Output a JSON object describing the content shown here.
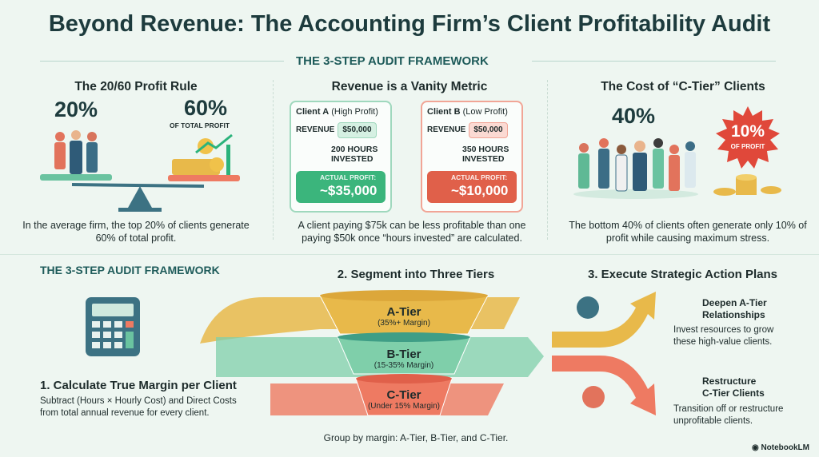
{
  "title": "Beyond Revenue: The Accounting Firm’s Client Profitability Audit",
  "section_top": "THE 3-STEP AUDIT FRAMEWORK",
  "rule": {
    "heading": "The 20/60 Profit Rule",
    "left_pct": "20%",
    "right_pct": "60%",
    "right_label": "OF TOTAL PROFIT",
    "caption": "In the average firm, the top 20% of clients generate 60% of total profit."
  },
  "vanity": {
    "heading": "Revenue is a Vanity Metric",
    "client_a": {
      "name": "Client A",
      "tag": "(High Profit)",
      "revenue_label": "REVENUE",
      "revenue": "$50,000",
      "hours": "200 HOURS",
      "hours2": "INVESTED",
      "profit_label": "ACTUAL PROFIT:",
      "profit": "~$35,000"
    },
    "client_b": {
      "name": "Client B",
      "tag": "(Low Profit)",
      "revenue_label": "REVENUE",
      "revenue": "$50,000",
      "hours": "350 HOURS",
      "hours2": "INVESTED",
      "profit_label": "ACTUAL PROFIT:",
      "profit": "~$10,000"
    },
    "caption": "A client paying $75k can be less profitable than one paying $50k once “hours invested” are calculated."
  },
  "ctier": {
    "heading": "The Cost of “C-Tier” Clients",
    "pct": "40%",
    "badge_pct": "10%",
    "badge_label": "OF PROFIT",
    "caption": "The bottom 40% of clients often generate only 10% of profit while causing maximum stress."
  },
  "section_bottom": "THE 3-STEP AUDIT FRAMEWORK",
  "step1": {
    "title": "1. Calculate True Margin per Client",
    "desc": "Subtract (Hours × Hourly Cost) and Direct Costs from total annual revenue for every client."
  },
  "step2": {
    "title": "2. Segment into Three Tiers",
    "tiers": [
      {
        "name": "A-Tier",
        "margin": "(35%+ Margin)",
        "color": "#e8b94a"
      },
      {
        "name": "B-Tier",
        "margin": "(15-35% Margin)",
        "color": "#7fcfaa"
      },
      {
        "name": "C-Tier",
        "margin": "(Under 15% Margin)",
        "color": "#ee7a62"
      }
    ],
    "caption": "Group by margin: A-Tier, B-Tier, and C-Tier."
  },
  "step3": {
    "title": "3. Execute Strategic Action Plans",
    "a_title": "Deepen A-Tier",
    "a_title2": "Relationships",
    "a_desc": "Invest resources to grow these high-value clients.",
    "c_title": "Restructure",
    "c_title2": "C-Tier Clients",
    "c_desc": "Transition off or restructure unprofitable clients."
  },
  "brand": "NotebookLM"
}
